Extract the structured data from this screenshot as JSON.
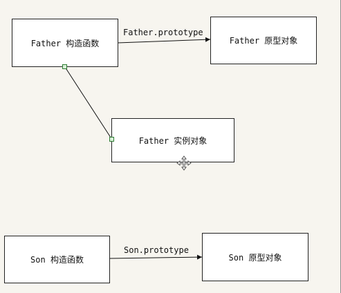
{
  "nodes": {
    "father_constructor": "Father 构造函数",
    "father_prototype": "Father 原型对象",
    "father_instance": "Father 实例对象",
    "son_constructor": "Son 构造函数",
    "son_prototype": "Son 原型对象"
  },
  "edges": {
    "father_prototype_label": "Father.prototype",
    "son_prototype_label": "Son.prototype"
  },
  "icons": {
    "connector_handle": "connector-handle-icon",
    "move_cursor": "move-cursor-icon"
  },
  "colors": {
    "background": "#f7f5ef",
    "node_border": "#222222",
    "handle": "#2e7d32"
  }
}
